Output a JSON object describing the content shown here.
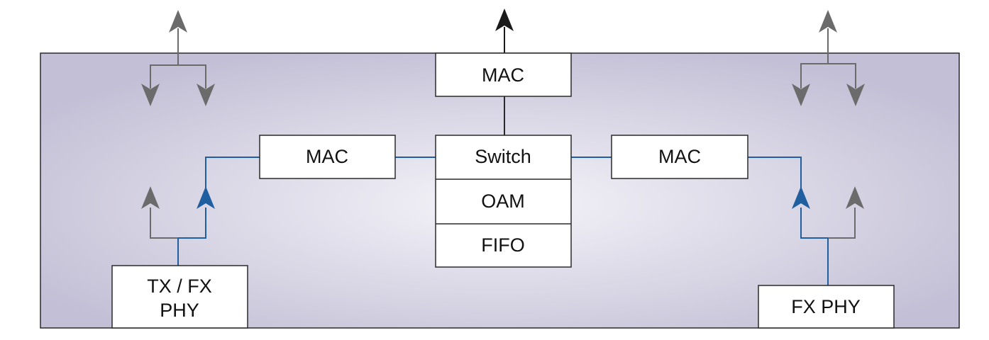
{
  "blocks": {
    "mac_top": "MAC",
    "mac_left": "MAC",
    "mac_right": "MAC",
    "switch": "Switch",
    "oam": "OAM",
    "fifo": "FIFO",
    "phy_left_line1": "TX / FX",
    "phy_left_line2": "PHY",
    "phy_right": "FX PHY"
  },
  "colors": {
    "background": "#ffffff",
    "panel_edge": "#c3bfd6",
    "panel_center": "#f4f3f8",
    "border": "#2a2a2a",
    "gray_arrow": "#6b6b6b",
    "blue_path": "#1f5fa0",
    "black_arrow": "#1a1a1a"
  }
}
